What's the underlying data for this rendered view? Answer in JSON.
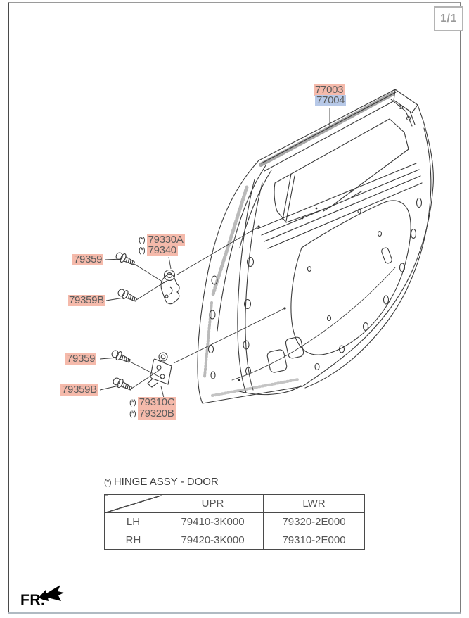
{
  "page": {
    "indicator": "1/1"
  },
  "diagram": {
    "description": "Rear door panel exploded parts view",
    "labels": [
      {
        "id": "77003",
        "text": "77003",
        "highlight": "pink"
      },
      {
        "id": "77004",
        "text": "77004",
        "highlight": "blue"
      },
      {
        "id": "79330A",
        "prefix": "(*)",
        "text": "79330A",
        "highlight": "pink"
      },
      {
        "id": "79340",
        "prefix": "(*)",
        "text": "79340",
        "highlight": "pink"
      },
      {
        "id": "79359-upper",
        "text": "79359",
        "highlight": "pink"
      },
      {
        "id": "79359B-upper",
        "text": "79359B",
        "highlight": "pink"
      },
      {
        "id": "79359-lower",
        "text": "79359",
        "highlight": "pink"
      },
      {
        "id": "79359B-lower",
        "text": "79359B",
        "highlight": "pink"
      },
      {
        "id": "79310C",
        "prefix": "(*)",
        "text": "79310C",
        "highlight": "pink"
      },
      {
        "id": "79320B",
        "prefix": "(*)",
        "text": "79320B",
        "highlight": "pink"
      }
    ]
  },
  "hinge_table": {
    "title_prefix": "(*)",
    "title": "HINGE ASSY - DOOR",
    "columns": [
      "UPR",
      "LWR"
    ],
    "rows": [
      {
        "label": "LH",
        "upr": "79410-3K000",
        "lwr": "79320-2E000"
      },
      {
        "label": "RH",
        "upr": "79420-3K000",
        "lwr": "79310-2E000"
      }
    ]
  },
  "footer": {
    "front_label": "FR.",
    "arrow_icon": "front-direction-arrow"
  },
  "colors": {
    "highlight_pink": "#f5baab",
    "highlight_blue": "#b7c9e8",
    "label_text": "#5c5c5c",
    "line": "#3a3a3a",
    "page_border": "#4a4a4a",
    "pager_text": "#9a9a9a"
  }
}
